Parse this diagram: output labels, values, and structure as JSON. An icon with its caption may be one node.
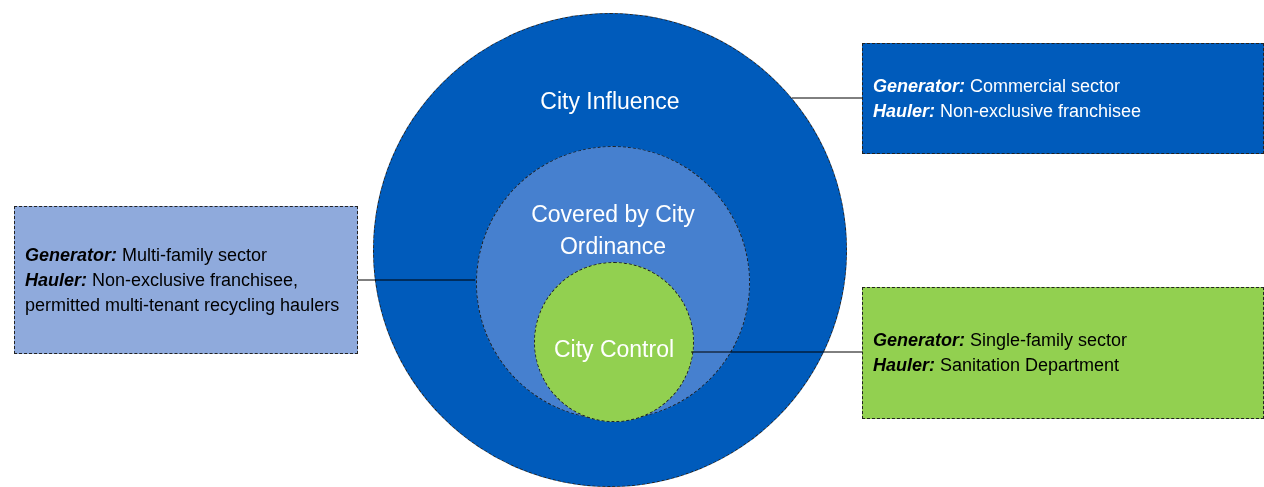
{
  "diagram": {
    "nodes": [
      {
        "text": [
          "City Influence"
        ]
      },
      {
        "text": [
          "Covered by City Ordinance"
        ],
        "in": 0
      },
      {
        "text": [
          "City Control"
        ],
        "in": 1
      },
      {
        "text": [
          "**Generator:** Commercial sector",
          "**Hauler:** Non-exclusive franchisee"
        ]
      },
      {
        "text": [
          "**Generator:** Multi-family sector",
          "**Hauler:** Non-exclusive franchisee, permitted multi-tenant recycling haulers"
        ]
      },
      {
        "text": [
          "**Generator:** Single-family sector",
          "**Hauler:** Sanitation Department"
        ]
      }
    ],
    "edges": [
      {
        "from": 3,
        "to": 0,
        "arrow": "none"
      },
      {
        "from": 4,
        "to": 1,
        "arrow": "none"
      },
      {
        "from": 5,
        "to": 2,
        "arrow": "none"
      }
    ]
  }
}
